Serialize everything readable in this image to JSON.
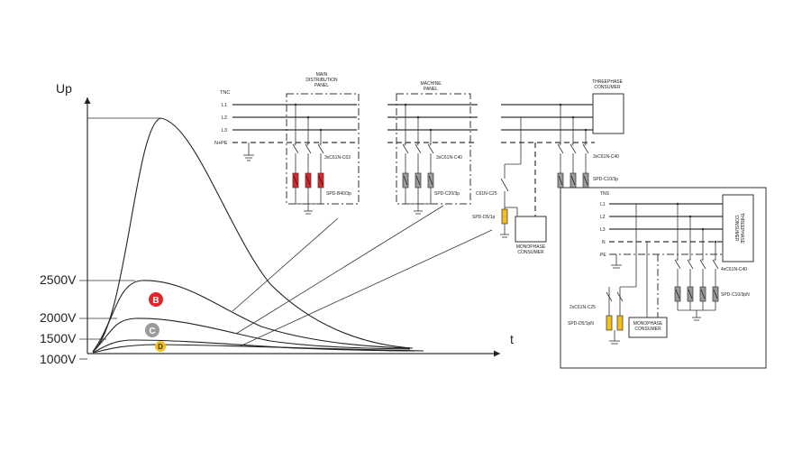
{
  "graph": {
    "y_axis_label": "Up",
    "x_axis_label": "t",
    "voltage_labels": [
      "2500V",
      "2000V",
      "1500V",
      "1000V"
    ],
    "markers": [
      {
        "letter": "B",
        "color": "#e0262b"
      },
      {
        "letter": "C",
        "color": "#9a9a9a"
      },
      {
        "letter": "D",
        "color": "#f2c01d"
      }
    ]
  },
  "tnc_system": {
    "label": "TNC",
    "lines": [
      "L1",
      "L2",
      "L3",
      "N+PE"
    ],
    "main_panel": {
      "title": "MAIN\nDISTRIBUTION\nPANEL",
      "breaker": "3xC61N-C63",
      "spd": "SPD-B40/3p",
      "spd_color": "#e0262b"
    },
    "machine_panel": {
      "title": "MACHINE\nPANEL",
      "breaker": "3xC61N-C40",
      "spd": "SPD-C20/3p",
      "spd_color": "#9a9a9a"
    },
    "threephase_consumer": {
      "title": "THREEPHASE\nCONSUMER",
      "breaker": "3xC61N-C40",
      "spd": "SPD-C10/3p"
    },
    "monophase_branch": {
      "breaker": "C61N-C25",
      "spd": "SPD-D5/1p",
      "spd_color": "#f2c01d",
      "consumer": "MONOPHASE\nCONSUMER"
    }
  },
  "tns_system": {
    "label": "TNS",
    "lines": [
      "L1",
      "L2",
      "L3",
      "N",
      "PE"
    ],
    "threephase_consumer": "THREEPHASE\nCONSUMER",
    "breaker": "4xC61N-C40",
    "spd": "SPD-C10/3pN",
    "mono_breaker": "2xC61N-C25",
    "mono_spd": "SPD-D5/1pN",
    "monophase_consumer": "MONOPHASE\nCONSUMER"
  }
}
